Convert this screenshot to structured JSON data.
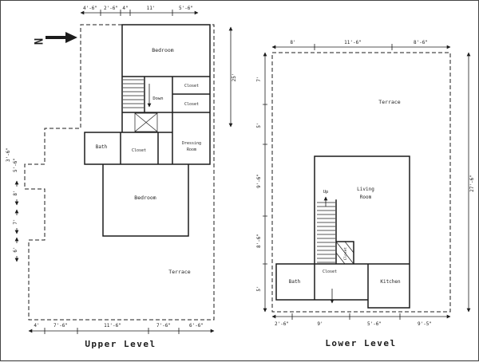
{
  "colors": {
    "ink": "#1c1c1c",
    "paper": "#ffffff"
  },
  "north": {
    "label": "N"
  },
  "upper": {
    "title": "Upper Level",
    "rooms": {
      "bedroom_top": "Bedroom",
      "bedroom_main": "Bedroom",
      "bath": "Bath",
      "closet_upper": "Closet",
      "closet_lower": "Closet",
      "closet_hall": "Closet",
      "dressing_line1": "Dressing",
      "dressing_line2": "Room",
      "stairs": "Down",
      "terrace": "Terrace"
    },
    "dims": {
      "top": [
        "4'-6\"",
        "2'-6\"",
        "4\"",
        "11'",
        "5'-6\""
      ],
      "bottom": [
        "4'",
        "7'-6\"",
        "11'-6\"",
        "7'-6\"",
        "6'-6\""
      ],
      "left": [
        "3'-6\"",
        "5'-6\"",
        "8'",
        "7'",
        "6'"
      ],
      "right": [
        "25'"
      ]
    }
  },
  "lower": {
    "title": "Lower Level",
    "rooms": {
      "terrace": "Terrace",
      "living_line1": "Living",
      "living_line2": "Room",
      "kitchen": "Kitchen",
      "bath": "Bath",
      "closet_side": "Closet",
      "closet_under": "Closet",
      "stairs": "Up"
    },
    "dims": {
      "top": [
        "8'",
        "11'-6\"",
        "8'-6\""
      ],
      "bottom": [
        "2'-6\"",
        "9'",
        "5'-6\"",
        "9'-5\""
      ],
      "left": [
        "7'",
        "5'",
        "9'-6\"",
        "8'-6\"",
        "5'"
      ],
      "right": [
        "27'-6\""
      ]
    }
  }
}
